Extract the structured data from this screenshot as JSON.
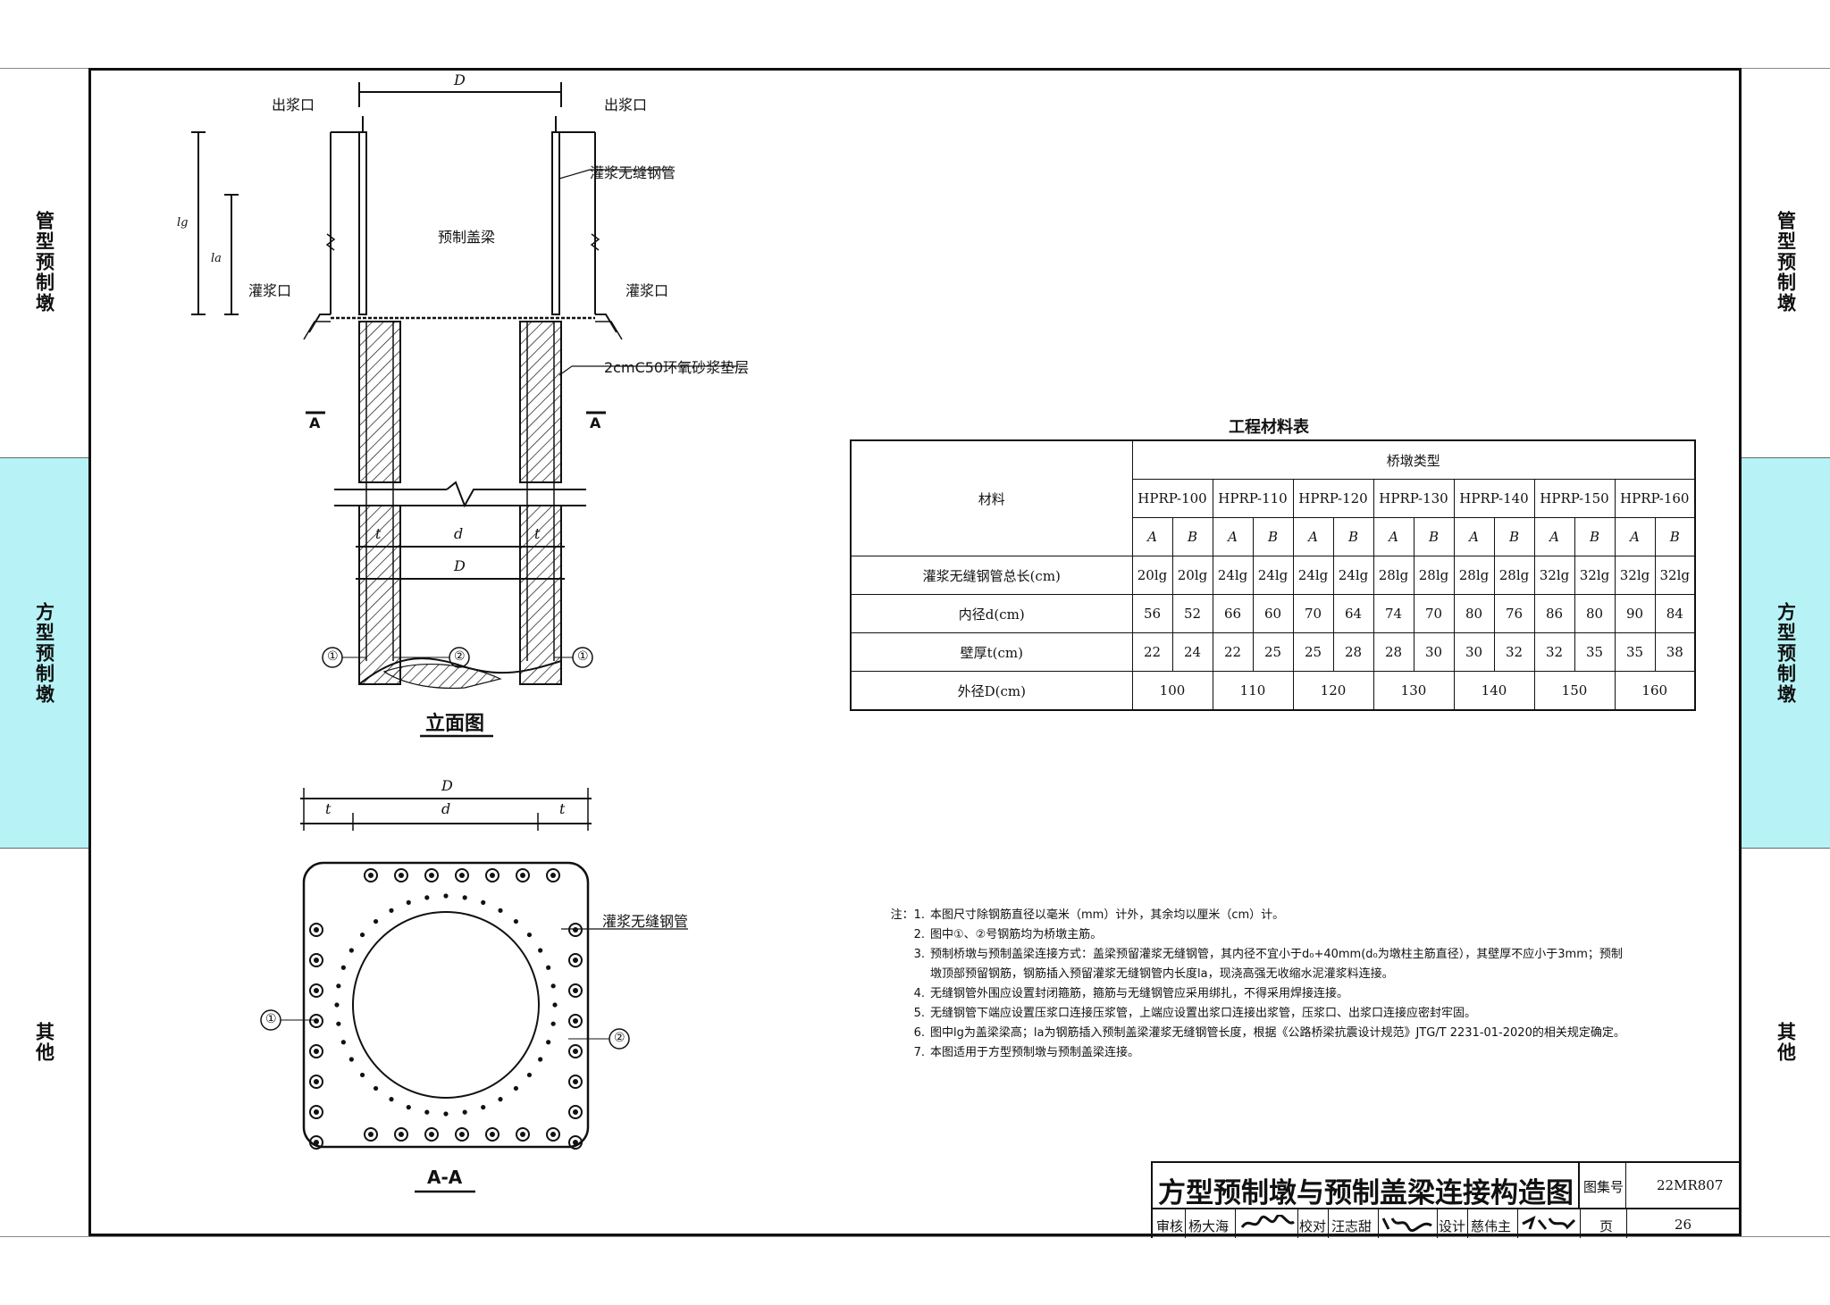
{
  "side_tabs": {
    "left": [
      "管型预制墩",
      "方型预制墩",
      "其他"
    ],
    "right": [
      "管型预制墩",
      "方型预制墩",
      "其他"
    ],
    "active_color": "#b7f3f6"
  },
  "elevation": {
    "labels": {
      "outlet_left": "出浆口",
      "outlet_right": "出浆口",
      "grout_pipe": "灌浆无缝钢管",
      "cap_beam": "预制盖梁",
      "inlet_left": "灌浆口",
      "inlet_right": "灌浆口",
      "mortar_layer": "2cmC50环氧砂浆垫层",
      "section_left": "A",
      "section_right": "A",
      "dim_D_top": "D",
      "dim_lg": "lg",
      "dim_la": "la",
      "dim_t_left": "t",
      "dim_d": "d",
      "dim_t_right": "t",
      "dim_D": "D",
      "marker_1_left": "①",
      "marker_2": "②",
      "marker_1_right": "①"
    },
    "caption": "立面图"
  },
  "section": {
    "labels": {
      "dim_D": "D",
      "dim_t_left": "t",
      "dim_d": "d",
      "dim_t_right": "t",
      "grout_pipe": "灌浆无缝钢管",
      "marker_1": "①",
      "marker_2": "②"
    },
    "caption": "A-A"
  },
  "material_table": {
    "title": "工程材料表",
    "header_material": "材料",
    "header_type": "桥墩类型",
    "types": [
      "HPRP-100",
      "HPRP-110",
      "HPRP-120",
      "HPRP-130",
      "HPRP-140",
      "HPRP-150",
      "HPRP-160"
    ],
    "sub": [
      "A",
      "B",
      "A",
      "B",
      "A",
      "B",
      "A",
      "B",
      "A",
      "B",
      "A",
      "B",
      "A",
      "B"
    ],
    "rows": [
      {
        "label": "灌浆无缝钢管总长(cm)",
        "cells": [
          "20lg",
          "20lg",
          "24lg",
          "24lg",
          "24lg",
          "24lg",
          "28lg",
          "28lg",
          "28lg",
          "28lg",
          "32lg",
          "32lg",
          "32lg",
          "32lg"
        ]
      },
      {
        "label": "内径d(cm)",
        "cells": [
          "56",
          "52",
          "66",
          "60",
          "70",
          "64",
          "74",
          "70",
          "80",
          "76",
          "86",
          "80",
          "90",
          "84"
        ]
      },
      {
        "label": "壁厚t(cm)",
        "cells": [
          "22",
          "24",
          "22",
          "25",
          "25",
          "28",
          "28",
          "30",
          "30",
          "32",
          "32",
          "35",
          "35",
          "38"
        ]
      }
    ],
    "outer_label": "外径D(cm)",
    "outer": [
      "100",
      "110",
      "120",
      "130",
      "140",
      "150",
      "160"
    ]
  },
  "notes": [
    {
      "prefix": "注：1.",
      "text": "本图尺寸除钢筋直径以毫米（mm）计外，其余均以厘米（cm）计。"
    },
    {
      "prefix": "2.",
      "text": "图中①、②号钢筋均为桥墩主筋。"
    },
    {
      "prefix": "3.",
      "text": "预制桥墩与预制盖梁连接方式：盖梁预留灌浆无缝钢管，其内径不宜小于d₀+40mm(d₀为墩柱主筋直径），其壁厚不应小于3mm；预制"
    },
    {
      "prefix": "",
      "text": "墩顶部预留钢筋，钢筋插入预留灌浆无缝钢管内长度la，现浇高强无收缩水泥灌浆料连接。"
    },
    {
      "prefix": "4.",
      "text": "无缝钢管外围应设置封闭箍筋，箍筋与无缝钢管应采用绑扎，不得采用焊接连接。"
    },
    {
      "prefix": "5.",
      "text": "无缝钢管下端应设置压浆口连接压浆管，上端应设置出浆口连接出浆管，压浆口、出浆口连接应密封牢固。"
    },
    {
      "prefix": "6.",
      "text": "图中lg为盖梁梁高；la为钢筋插入预制盖梁灌浆无缝钢管长度，根据《公路桥梁抗震设计规范》JTG/T 2231-01-2020的相关规定确定。"
    },
    {
      "prefix": "7.",
      "text": "本图适用于方型预制墩与预制盖梁连接。"
    }
  ],
  "title_block": {
    "title": "方型预制墩与预制盖梁连接构造图",
    "atlas_label": "图集号",
    "atlas_no": "22MR807",
    "review_label": "审核",
    "reviewer": "杨大海",
    "check_label": "校对",
    "checker": "汪志甜",
    "design_label": "设计",
    "designer": "慈伟主",
    "page_label": "页",
    "page_no": "26"
  }
}
